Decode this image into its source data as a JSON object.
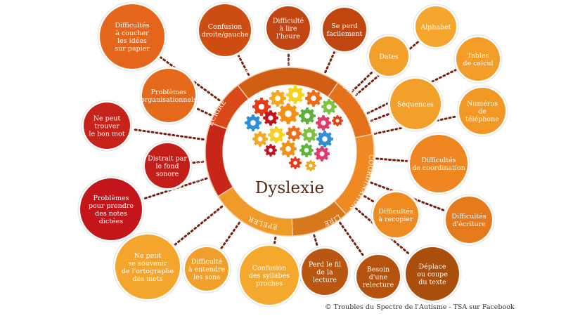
{
  "title": "Dyslexie",
  "credit": "© Troubles du Spectre de l'Autisme - TSA sur Facebook",
  "icons": {
    "center": "gears-brain-icon"
  },
  "colors": {
    "ring": "#cf5a12",
    "ring_divider": "#f3c9a8",
    "dots": "#7a1e10",
    "red": "#c71e12",
    "dark_orange": "#d24a12",
    "orange": "#ee7a1a",
    "light_orange": "#f29a26",
    "yellow_orange": "#f4a92c",
    "brown": "#b9560f"
  },
  "segments": [
    {
      "id": "spatio",
      "label": "SPATIO-TEMPOREL",
      "color": "#d25e14"
    },
    {
      "id": "cognitives",
      "label": "DIFFICULTÉS COGNITIVES",
      "color": "#e4721a"
    },
    {
      "id": "coordination",
      "label": "COORDINATION MOTRICE",
      "color": "#ef8a22"
    },
    {
      "id": "lire",
      "label": "LIRE",
      "color": "#d8781c"
    },
    {
      "id": "epeler",
      "label": "ÉPELER",
      "color": "#f09a28"
    },
    {
      "id": "ecouter",
      "label": "ÉCOUTER",
      "color": "#c9261a"
    },
    {
      "id": "ecrire",
      "label": "ÉCRIRE",
      "color": "#d94a18"
    }
  ],
  "bubbles": [
    {
      "id": "couche",
      "lines": [
        "Difficultés",
        "à coucher",
        "les idées",
        "sur papier"
      ],
      "color": "#e5661a"
    },
    {
      "id": "confusion-dg",
      "lines": [
        "Confusion",
        "droite/gauche"
      ],
      "color": "#cd4d12"
    },
    {
      "id": "lire-heure",
      "lines": [
        "Difficulté",
        "à lire",
        "l'heure"
      ],
      "color": "#c24612"
    },
    {
      "id": "perd",
      "lines": [
        "Se perd",
        "facilement"
      ],
      "color": "#c0450f"
    },
    {
      "id": "dates",
      "lines": [
        "Dates"
      ],
      "color": "#f2a02a"
    },
    {
      "id": "alphabet",
      "lines": [
        "Alphabet"
      ],
      "color": "#f4a72c"
    },
    {
      "id": "tables",
      "lines": [
        "Tables",
        "de calcul"
      ],
      "color": "#f39c28"
    },
    {
      "id": "sequences",
      "lines": [
        "Séquences"
      ],
      "color": "#f2a02a"
    },
    {
      "id": "numeros",
      "lines": [
        "Numéros",
        "de",
        "téléphone"
      ],
      "color": "#f19824"
    },
    {
      "id": "organisation",
      "lines": [
        "Problèmes",
        "organisationnels"
      ],
      "color": "#e4691a"
    },
    {
      "id": "mot",
      "lines": [
        "Ne peut",
        "trouver",
        "le bon mot"
      ],
      "color": "#c7231a"
    },
    {
      "id": "distrait",
      "lines": [
        "Distrait par",
        "le fond",
        "sonore"
      ],
      "color": "#c41e1a"
    },
    {
      "id": "notes",
      "lines": [
        "Problèmes",
        "pour prendre",
        "des notes",
        "dictées"
      ],
      "color": "#c4161a"
    },
    {
      "id": "coordination",
      "lines": [
        "Difficultés",
        "de coordination"
      ],
      "color": "#ef8620"
    },
    {
      "id": "ecriture",
      "lines": [
        "Difficultés",
        "d'écriture"
      ],
      "color": "#e47a1c"
    },
    {
      "id": "recopier",
      "lines": [
        "Difficultés",
        "à recopier"
      ],
      "color": "#ee8c22"
    },
    {
      "id": "ortho",
      "lines": [
        "Ne peut",
        "se souvenir",
        "de l'ortographe",
        "des mots"
      ],
      "color": "#f3a52c"
    },
    {
      "id": "sons",
      "lines": [
        "Difficulté",
        "à entendre",
        "les sons"
      ],
      "color": "#f0a02a"
    },
    {
      "id": "syllabes",
      "lines": [
        "Confusion",
        "des syllabes",
        "proches"
      ],
      "color": "#f4a92c"
    },
    {
      "id": "fil",
      "lines": [
        "Perd le fil",
        "de la",
        "lecture"
      ],
      "color": "#b9560f"
    },
    {
      "id": "relecture",
      "lines": [
        "Besoin",
        "d'une",
        "relecture"
      ],
      "color": "#b5530e"
    },
    {
      "id": "deplace",
      "lines": [
        "Déplace",
        "ou coupe",
        "du texte"
      ],
      "color": "#a94e0d"
    }
  ]
}
